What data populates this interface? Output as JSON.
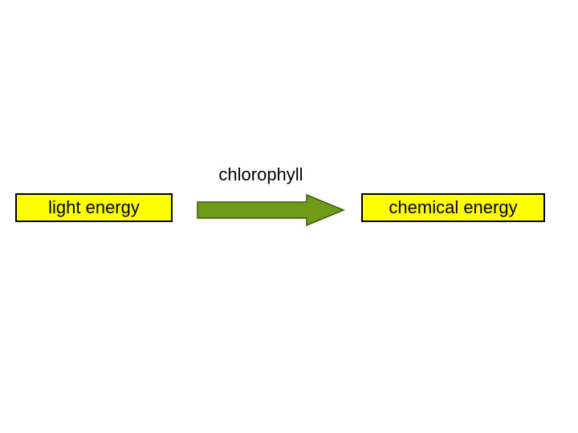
{
  "diagram": {
    "process_label": "chlorophyll",
    "input": "light energy",
    "output": "chemical energy",
    "colors": {
      "box_fill": "#ffff00",
      "box_border": "#000000",
      "arrow_fill": "#6e9a17",
      "arrow_stroke": "#3b5b09",
      "text": "#000000"
    },
    "arrow_icon": "right-arrow-icon"
  }
}
